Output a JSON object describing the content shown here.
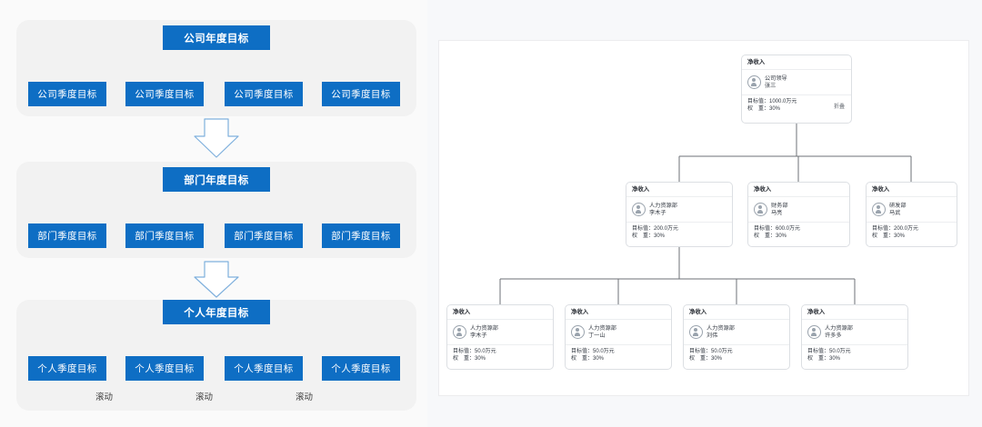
{
  "left": {
    "tiers": [
      {
        "id": "company",
        "root": "公司年度目标",
        "children": [
          "公司季度目标",
          "公司季度目标",
          "公司季度目标",
          "公司季度目标"
        ],
        "has_scroll": false
      },
      {
        "id": "department",
        "root": "部门年度目标",
        "children": [
          "部门季度目标",
          "部门季度目标",
          "部门季度目标",
          "部门季度目标"
        ],
        "has_scroll": false
      },
      {
        "id": "individual",
        "root": "个人年度目标",
        "children": [
          "个人季度目标",
          "个人季度目标",
          "个人季度目标",
          "个人季度目标"
        ],
        "has_scroll": true
      }
    ],
    "scroll_labels": [
      "滚动",
      "滚动",
      "滚动"
    ],
    "node_color": "#0e6ec4",
    "node_text_color": "#ffffff",
    "tier_bg": "#f2f2f2",
    "connector_color": "#a9c7e8",
    "down_arrow_color": "#6fa8dc"
  },
  "right": {
    "panel_bg": "#ffffff",
    "node_border": "#dcdfe3",
    "connector_color": "#6e7277",
    "root": {
      "section": "净收入",
      "dept": "公司领导",
      "name": "张三",
      "target_label": "目标值：1000.0万元",
      "weight_label": "权　重：30%",
      "collapse_label": "折叠"
    },
    "level2": [
      {
        "section": "净收入",
        "dept": "人力资源部",
        "name": "李木子",
        "target_label": "目标值：200.0万元",
        "weight_label": "权　重：30%"
      },
      {
        "section": "净收入",
        "dept": "财务部",
        "name": "马亮",
        "target_label": "目标值：600.0万元",
        "weight_label": "权　重：30%"
      },
      {
        "section": "净收入",
        "dept": "研发部",
        "name": "马武",
        "target_label": "目标值：200.0万元",
        "weight_label": "权　重：30%"
      }
    ],
    "level3": [
      {
        "section": "净收入",
        "dept": "人力资源部",
        "name": "李木子",
        "target_label": "目标值：50.0万元",
        "weight_label": "权　重：30%"
      },
      {
        "section": "净收入",
        "dept": "人力资源部",
        "name": "丁一山",
        "target_label": "目标值：50.0万元",
        "weight_label": "权　重：30%"
      },
      {
        "section": "净收入",
        "dept": "人力资源部",
        "name": "刘伟",
        "target_label": "目标值：50.0万元",
        "weight_label": "权　重：30%"
      },
      {
        "section": "净收入",
        "dept": "人力资源部",
        "name": "许多多",
        "target_label": "目标值：50.0万元",
        "weight_label": "权　重：30%"
      }
    ]
  }
}
